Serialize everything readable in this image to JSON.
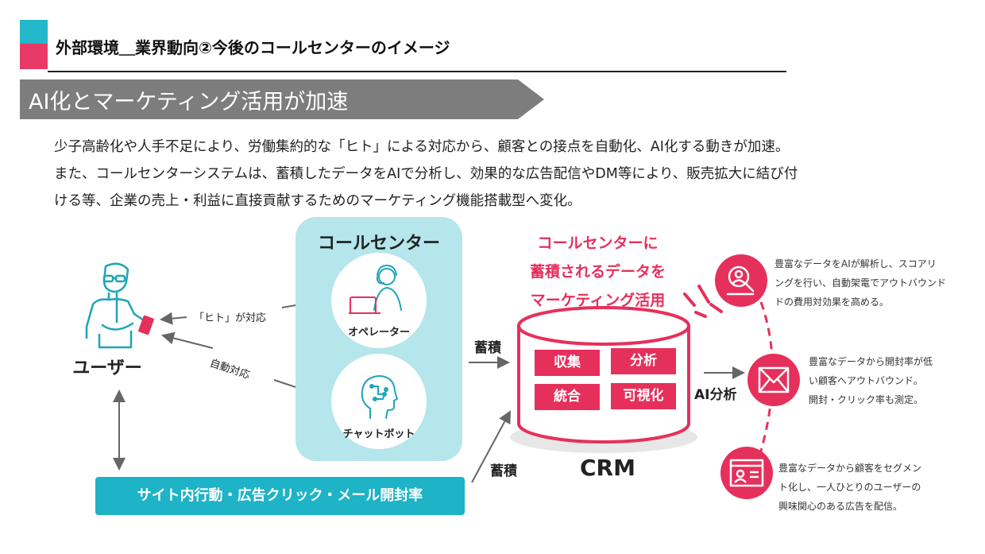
{
  "colors": {
    "teal": "#22b7c9",
    "pink": "#e6305c",
    "panel": "#b4e6ec",
    "banner": "#7d7d7d",
    "bar": "#1eb3c6"
  },
  "header": {
    "title": "外部環境＿業界動向②今後のコールセンターのイメージ"
  },
  "banner": {
    "text": "AI化とマーケティング活用が加速"
  },
  "intro": {
    "line1": "少子高齢化や人手不足により、労働集約的な「ヒト」による対応から、顧客との接点を自動化、AI化する動きが加速。",
    "line2": "また、コールセンターシステムは、蓄積したデータをAIで分析し、効果的な広告配信やDM等により、販売拡大に結び付",
    "line3": "ける等、企業の売上・利益に直接貢献するためのマーケティング機能搭載型へ変化。"
  },
  "diagram": {
    "user": {
      "label": "ユーザー",
      "icon": "user-smartphone-icon"
    },
    "edges": {
      "human": "「ヒト」が対応",
      "auto": "自動対応",
      "store_top": "蓄積",
      "store_bottom": "蓄積",
      "ai": "AI分析"
    },
    "call_center": {
      "title": "コールセンター",
      "operator": {
        "label": "オペレーター",
        "icon": "operator-headset-icon"
      },
      "chatbot": {
        "label": "チャットボット",
        "icon": "ai-head-icon"
      }
    },
    "bottom_bar": "サイト内行動・広告クリック・メール開封率",
    "crm": {
      "headline": [
        "コールセンターに",
        "蓄積されるデータを",
        "マーケティング活用"
      ],
      "label": "CRM",
      "chips": [
        "収集",
        "分析",
        "統合",
        "可視化"
      ]
    },
    "outcomes": [
      {
        "icon": "search-person-icon",
        "lines": [
          "豊富なデータをAIが解析し、スコアリ",
          "ングを行い、自動架電でアウトバウンド",
          "ドの費用対効果を高める。"
        ]
      },
      {
        "icon": "envelope-icon",
        "lines": [
          "豊富なデータから開封率が低",
          "い顧客へアウトバウンド。",
          "開封・クリック率も測定。"
        ]
      },
      {
        "icon": "ad-display-icon",
        "lines": [
          "豊富なデータから顧客をセグメン",
          "ト化し、一人ひとりのユーザーの",
          "興味関心のある広告を配信。"
        ]
      }
    ]
  }
}
